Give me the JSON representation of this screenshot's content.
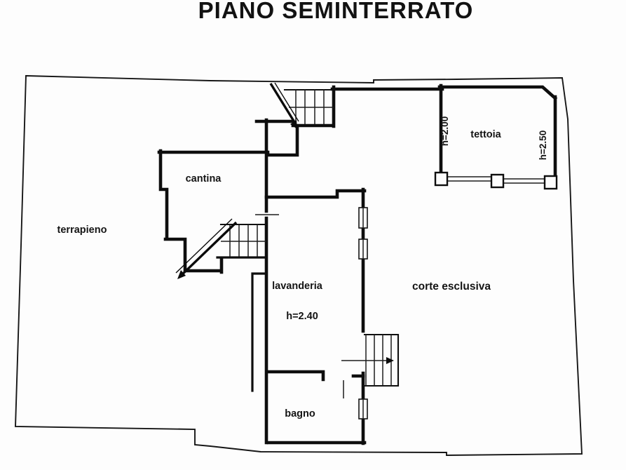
{
  "title": "PIANO SEMINTERRATO",
  "rooms": {
    "terrapieno": {
      "label": "terrapieno"
    },
    "cantina": {
      "label": "cantina"
    },
    "lavanderia": {
      "label": "lavanderia",
      "height": "h=2.40"
    },
    "bagno": {
      "label": "bagno"
    },
    "corte": {
      "label": "corte esclusiva"
    },
    "tettoia": {
      "label": "tettoia",
      "height_left": "h=2.00",
      "height_right": "h=2.50"
    }
  },
  "colors": {
    "ink": "#0e0e0e",
    "paper": "#fdfdfd"
  }
}
